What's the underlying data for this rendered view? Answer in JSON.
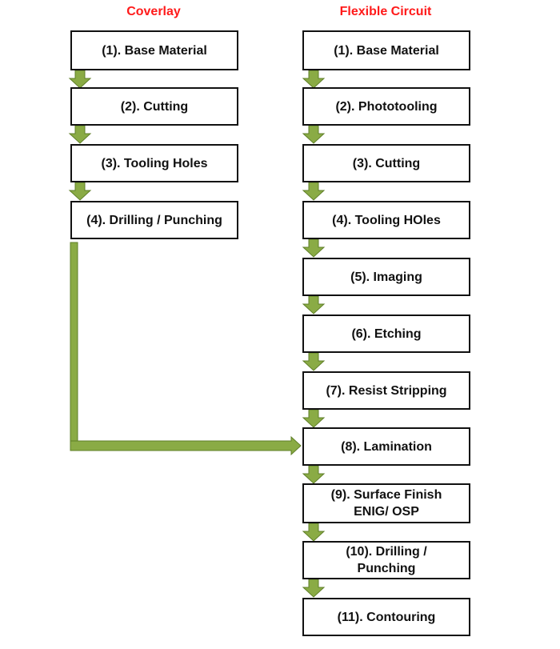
{
  "diagram": {
    "arrow_color": "#8aab45",
    "arrow_outline": "#5f7f28",
    "title_color": "#ff1a1a",
    "left": {
      "title": "Coverlay",
      "steps": [
        "(1). Base Material",
        "(2). Cutting",
        "(3). Tooling Holes",
        "(4). Drilling / Punching"
      ]
    },
    "right": {
      "title": "Flexible Circuit",
      "steps": [
        "(1). Base Material",
        "(2). Phototooling",
        "(3). Cutting",
        "(4). Tooling HOles",
        "(5). Imaging",
        "(6). Etching",
        "(7). Resist Stripping",
        "(8). Lamination",
        "(9). Surface Finish\nENIG/ OSP",
        "(10). Drilling /\nPunching",
        "(11). Contouring"
      ]
    }
  }
}
